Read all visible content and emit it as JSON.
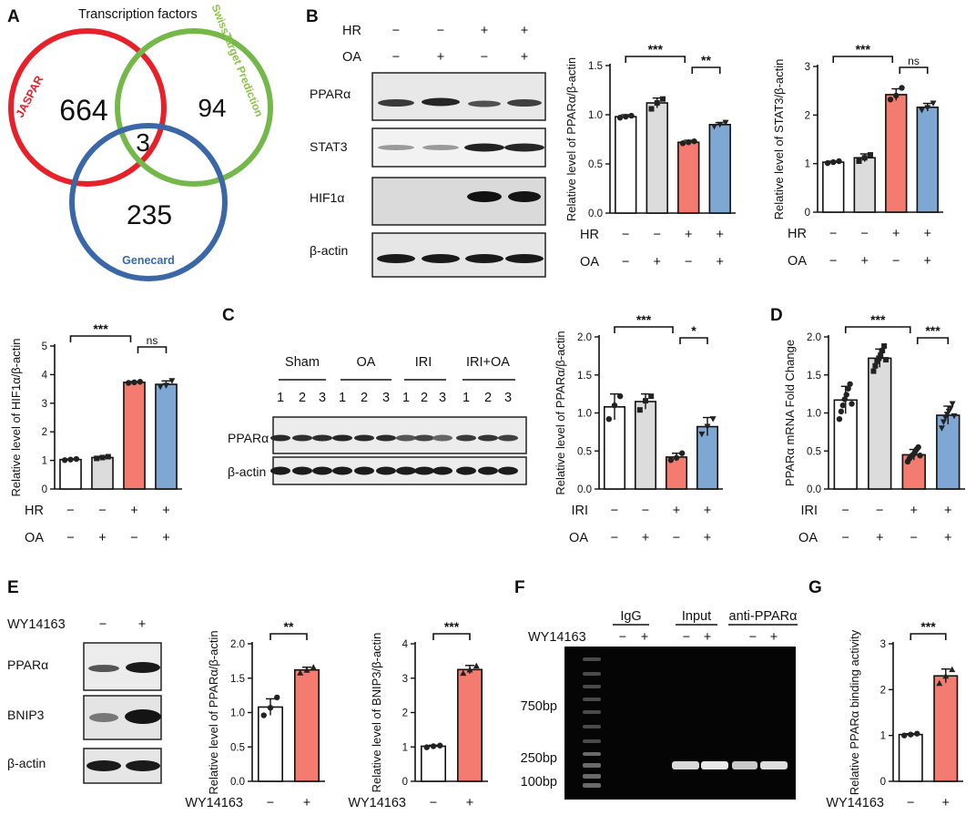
{
  "panels": {
    "A": {
      "letter": "A",
      "title": "Transcription factors",
      "sets": [
        {
          "label": "JASPAR",
          "count": "664",
          "color": "#e8202a"
        },
        {
          "label": "SwissTarget Prediction",
          "count": "94",
          "color": "#74b84a"
        },
        {
          "label": "Genecard",
          "count": "235",
          "color": "#3a67a8"
        }
      ],
      "intersection": "3"
    },
    "B": {
      "letter": "B",
      "blot_rows": [
        "PPARα",
        "STAT3",
        "HIF1α",
        "β-actin"
      ],
      "conditions": [
        {
          "name": "HR",
          "values": [
            "−",
            "−",
            "+",
            "+"
          ]
        },
        {
          "name": "OA",
          "values": [
            "−",
            "+",
            "−",
            "+"
          ]
        }
      ]
    },
    "C": {
      "letter": "C",
      "groups": [
        "Sham",
        "OA",
        "IRI",
        "IRI+OA"
      ],
      "lanes": [
        "1",
        "2",
        "3"
      ],
      "blot_rows": [
        "PPARα",
        "β-actin"
      ]
    },
    "D": {
      "letter": "D"
    },
    "E": {
      "letter": "E",
      "treatment": "WY14163",
      "treatment_values": [
        "−",
        "+"
      ],
      "blot_rows": [
        "PPARα",
        "BNIP3",
        "β-actin"
      ]
    },
    "F": {
      "letter": "F",
      "groups": [
        "IgG",
        "Input",
        "anti-PPARα"
      ],
      "treatment": "WY14163",
      "treatment_values": [
        "−",
        "+"
      ],
      "markers": [
        "750bp",
        "250bp",
        "100bp"
      ]
    },
    "G": {
      "letter": "G"
    }
  },
  "colors": {
    "white": "#ffffff",
    "gray": "#dcdcdc",
    "red": "#f37b6f",
    "blue": "#7ea8d3"
  },
  "chart_data": [
    {
      "id": "B_ppara",
      "type": "bar",
      "ylabel": "Relative level of PPARα/β-actin",
      "ylim": [
        0,
        1.5
      ],
      "yticks": [
        "0.0",
        "0.5",
        "1.0",
        "1.5"
      ],
      "values": [
        0.98,
        1.12,
        0.72,
        0.9
      ],
      "errors": [
        0.02,
        0.05,
        0.02,
        0.02
      ],
      "points": [
        [
          0.97,
          0.98,
          0.99
        ],
        [
          1.06,
          1.12,
          1.16
        ],
        [
          0.71,
          0.72,
          0.73
        ],
        [
          0.88,
          0.9,
          0.92
        ]
      ],
      "bar_colors": [
        "white",
        "gray",
        "red",
        "blue"
      ],
      "conditions": [
        {
          "name": "HR",
          "values": [
            "−",
            "−",
            "+",
            "+"
          ]
        },
        {
          "name": "OA",
          "values": [
            "−",
            "+",
            "−",
            "+"
          ]
        }
      ],
      "comparisons": [
        {
          "a": 0,
          "b": 2,
          "label": "***"
        },
        {
          "a": 2,
          "b": 3,
          "label": "**"
        }
      ]
    },
    {
      "id": "B_stat3",
      "type": "bar",
      "ylabel": "Relative level of STAT3/β-actin",
      "ylim": [
        0,
        3
      ],
      "yticks": [
        "0",
        "1",
        "2",
        "3"
      ],
      "values": [
        1.03,
        1.12,
        2.42,
        2.16
      ],
      "errors": [
        0.02,
        0.08,
        0.12,
        0.08
      ],
      "points": [
        [
          1.01,
          1.03,
          1.05
        ],
        [
          1.05,
          1.12,
          1.18
        ],
        [
          2.32,
          2.4,
          2.56
        ],
        [
          2.1,
          2.15,
          2.24
        ]
      ],
      "bar_colors": [
        "white",
        "gray",
        "red",
        "blue"
      ],
      "conditions": [
        {
          "name": "HR",
          "values": [
            "−",
            "−",
            "+",
            "+"
          ]
        },
        {
          "name": "OA",
          "values": [
            "−",
            "+",
            "−",
            "+"
          ]
        }
      ],
      "comparisons": [
        {
          "a": 0,
          "b": 2,
          "label": "***"
        },
        {
          "a": 2,
          "b": 3,
          "label": "ns"
        }
      ]
    },
    {
      "id": "B_hif1a",
      "type": "bar",
      "ylabel": "Relative level of HIF1α/β-actin",
      "ylim": [
        0,
        5
      ],
      "yticks": [
        "0",
        "1",
        "2",
        "3",
        "4",
        "5"
      ],
      "values": [
        1.03,
        1.1,
        3.73,
        3.66
      ],
      "errors": [
        0.02,
        0.04,
        0.03,
        0.12
      ],
      "points": [
        [
          1.01,
          1.03,
          1.05
        ],
        [
          1.07,
          1.1,
          1.13
        ],
        [
          3.71,
          3.73,
          3.75
        ],
        [
          3.57,
          3.62,
          3.78
        ]
      ],
      "bar_colors": [
        "white",
        "gray",
        "red",
        "blue"
      ],
      "conditions": [
        {
          "name": "HR",
          "values": [
            "−",
            "−",
            "+",
            "+"
          ]
        },
        {
          "name": "OA",
          "values": [
            "−",
            "+",
            "−",
            "+"
          ]
        }
      ],
      "comparisons": [
        {
          "a": 0,
          "b": 2,
          "label": "***"
        },
        {
          "a": 2,
          "b": 3,
          "label": "ns"
        }
      ]
    },
    {
      "id": "C_ppara",
      "type": "bar",
      "ylabel": "Relative level of PPARα/β-actin",
      "ylim": [
        0,
        2.0
      ],
      "yticks": [
        "0.0",
        "0.5",
        "1.0",
        "1.5",
        "2.0"
      ],
      "values": [
        1.08,
        1.15,
        0.42,
        0.82
      ],
      "errors": [
        0.17,
        0.1,
        0.05,
        0.12
      ],
      "points": [
        [
          0.92,
          1.1,
          1.22
        ],
        [
          1.04,
          1.16,
          1.22
        ],
        [
          0.38,
          0.41,
          0.47
        ],
        [
          0.72,
          0.82,
          0.92
        ]
      ],
      "bar_colors": [
        "white",
        "gray",
        "red",
        "blue"
      ],
      "conditions": [
        {
          "name": "IRI",
          "values": [
            "−",
            "−",
            "+",
            "+"
          ]
        },
        {
          "name": "OA",
          "values": [
            "−",
            "+",
            "−",
            "+"
          ]
        }
      ],
      "comparisons": [
        {
          "a": 0,
          "b": 2,
          "label": "***"
        },
        {
          "a": 2,
          "b": 3,
          "label": "*"
        }
      ]
    },
    {
      "id": "D_mrna",
      "type": "bar",
      "ylabel": "PPARα  mRNA Fold Change",
      "ylim": [
        0,
        2.0
      ],
      "yticks": [
        "0.0",
        "0.5",
        "1.0",
        "1.5",
        "2.0"
      ],
      "values": [
        1.17,
        1.72,
        0.45,
        0.97
      ],
      "errors": [
        0.18,
        0.12,
        0.07,
        0.12
      ],
      "points": [
        [
          0.92,
          1.02,
          1.1,
          1.18,
          1.24,
          1.32,
          1.38,
          1.12
        ],
        [
          1.55,
          1.62,
          1.68,
          1.72,
          1.76,
          1.82,
          1.88,
          1.7
        ],
        [
          0.36,
          0.4,
          0.43,
          0.45,
          0.48,
          0.52,
          0.55,
          0.44
        ],
        [
          0.8,
          0.88,
          0.94,
          0.98,
          1.02,
          1.06,
          1.12,
          0.96
        ]
      ],
      "bar_colors": [
        "white",
        "gray",
        "red",
        "blue"
      ],
      "conditions": [
        {
          "name": "IRI",
          "values": [
            "−",
            "−",
            "+",
            "+"
          ]
        },
        {
          "name": "OA",
          "values": [
            "−",
            "+",
            "−",
            "+"
          ]
        }
      ],
      "comparisons": [
        {
          "a": 0,
          "b": 2,
          "label": "***"
        },
        {
          "a": 2,
          "b": 3,
          "label": "***"
        }
      ]
    },
    {
      "id": "E_ppara",
      "type": "bar",
      "ylabel": "Relative level of PPARα/β-actin",
      "ylim": [
        0,
        2.0
      ],
      "yticks": [
        "0.0",
        "0.5",
        "1.0",
        "1.5",
        "2.0"
      ],
      "values": [
        1.08,
        1.62
      ],
      "errors": [
        0.12,
        0.04
      ],
      "points": [
        [
          0.96,
          1.07,
          1.22
        ],
        [
          1.58,
          1.62,
          1.66
        ]
      ],
      "bar_colors": [
        "white",
        "red"
      ],
      "conditions": [
        {
          "name": "WY14163",
          "values": [
            "−",
            "+"
          ]
        }
      ],
      "comparisons": [
        {
          "a": 0,
          "b": 1,
          "label": "**"
        }
      ]
    },
    {
      "id": "E_bnip3",
      "type": "bar",
      "ylabel": "Relative level of BNIP3/β-actin",
      "ylim": [
        0,
        4
      ],
      "yticks": [
        "0",
        "1",
        "2",
        "3",
        "4"
      ],
      "values": [
        1.02,
        3.25
      ],
      "errors": [
        0.03,
        0.12
      ],
      "points": [
        [
          0.99,
          1.02,
          1.04
        ],
        [
          3.15,
          3.25,
          3.36
        ]
      ],
      "bar_colors": [
        "white",
        "red"
      ],
      "conditions": [
        {
          "name": "WY14163",
          "values": [
            "−",
            "+"
          ]
        }
      ],
      "comparisons": [
        {
          "a": 0,
          "b": 1,
          "label": "***"
        }
      ]
    },
    {
      "id": "G_binding",
      "type": "bar",
      "ylabel": "Relative PPARα binding activity",
      "ylim": [
        0,
        3
      ],
      "yticks": [
        "0",
        "1",
        "2",
        "3"
      ],
      "values": [
        1.02,
        2.3
      ],
      "errors": [
        0.02,
        0.15
      ],
      "points": [
        [
          1.0,
          1.02,
          1.04
        ],
        [
          2.14,
          2.3,
          2.44
        ]
      ],
      "bar_colors": [
        "white",
        "red"
      ],
      "conditions": [
        {
          "name": "WY14163",
          "values": [
            "−",
            "+"
          ]
        }
      ],
      "comparisons": [
        {
          "a": 0,
          "b": 1,
          "label": "***"
        }
      ]
    }
  ]
}
